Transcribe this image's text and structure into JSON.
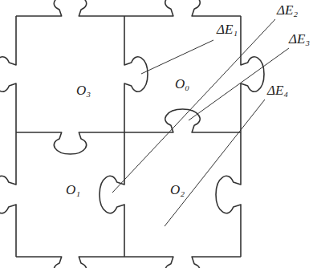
{
  "diagram": {
    "labels": [
      "ΔE₁",
      "ΔE₂",
      "ΔE₃",
      "O₃",
      "O₀",
      "ΔE₄",
      "O₁",
      "O₂"
    ]
  }
}
